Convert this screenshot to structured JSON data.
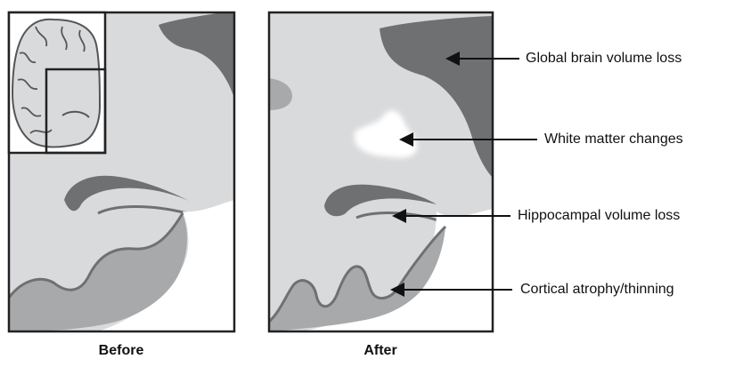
{
  "panels": {
    "before": {
      "caption": "Before"
    },
    "after": {
      "caption": "After"
    }
  },
  "annotations": [
    {
      "id": "global",
      "text": "Global brain volume loss"
    },
    {
      "id": "white",
      "text": "White matter changes"
    },
    {
      "id": "hippo",
      "text": "Hippocampal volume loss"
    },
    {
      "id": "cortical",
      "text": "Cortical atrophy/thinning"
    }
  ],
  "colors": {
    "tissue_light": "#d9dadc",
    "tissue_mid": "#a8a9ab",
    "tissue_dark": "#6f7072",
    "lesion": "#ffffff",
    "outline": "#222222"
  }
}
